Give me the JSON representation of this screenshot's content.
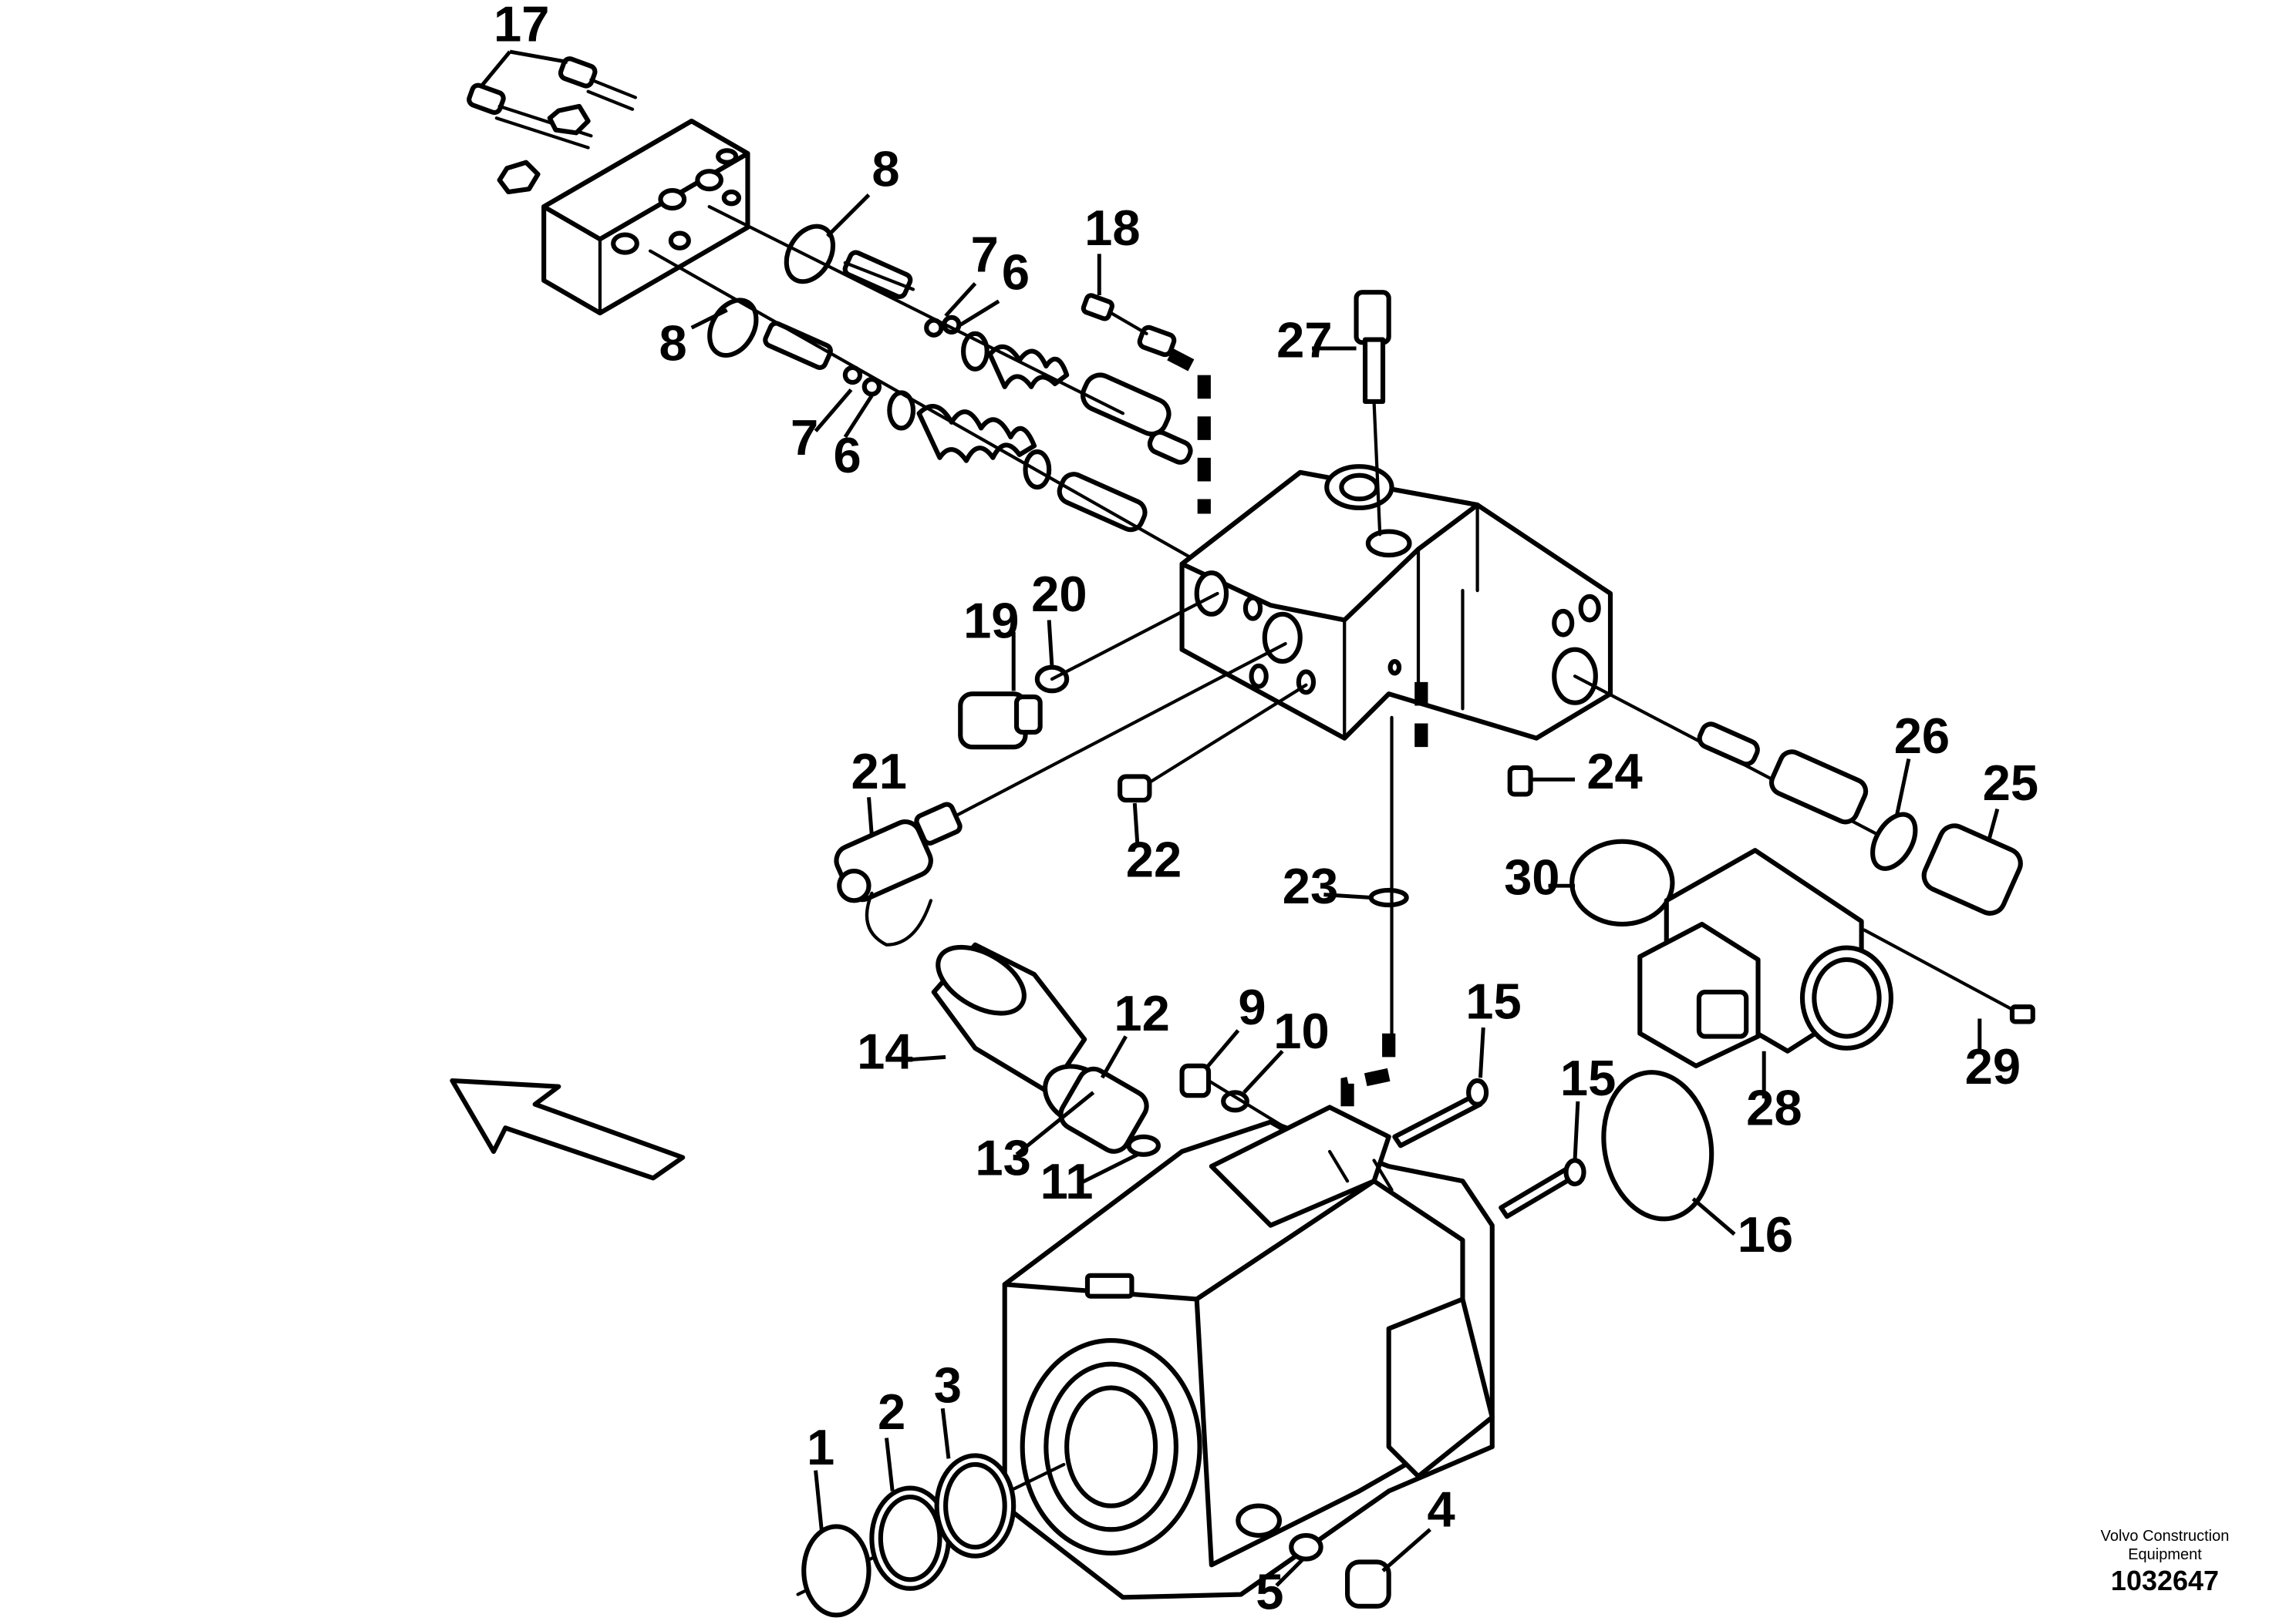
{
  "callouts": [
    {
      "id": "17",
      "label": "17"
    },
    {
      "id": "8a",
      "label": "8"
    },
    {
      "id": "8b",
      "label": "8"
    },
    {
      "id": "7a",
      "label": "7"
    },
    {
      "id": "6a",
      "label": "6"
    },
    {
      "id": "7b",
      "label": "7"
    },
    {
      "id": "6b",
      "label": "6"
    },
    {
      "id": "18",
      "label": "18"
    },
    {
      "id": "27",
      "label": "27"
    },
    {
      "id": "19",
      "label": "19"
    },
    {
      "id": "20",
      "label": "20"
    },
    {
      "id": "21",
      "label": "21"
    },
    {
      "id": "22",
      "label": "22"
    },
    {
      "id": "23",
      "label": "23"
    },
    {
      "id": "24",
      "label": "24"
    },
    {
      "id": "26",
      "label": "26"
    },
    {
      "id": "25",
      "label": "25"
    },
    {
      "id": "30",
      "label": "30"
    },
    {
      "id": "28",
      "label": "28"
    },
    {
      "id": "29",
      "label": "29"
    },
    {
      "id": "14",
      "label": "14"
    },
    {
      "id": "12",
      "label": "12"
    },
    {
      "id": "9",
      "label": "9"
    },
    {
      "id": "10",
      "label": "10"
    },
    {
      "id": "15a",
      "label": "15"
    },
    {
      "id": "15b",
      "label": "15"
    },
    {
      "id": "13",
      "label": "13"
    },
    {
      "id": "11",
      "label": "11"
    },
    {
      "id": "16",
      "label": "16"
    },
    {
      "id": "1",
      "label": "1"
    },
    {
      "id": "2",
      "label": "2"
    },
    {
      "id": "3",
      "label": "3"
    },
    {
      "id": "4",
      "label": "4"
    },
    {
      "id": "5",
      "label": "5"
    }
  ],
  "credit": {
    "line1": "Volvo Construction",
    "line2": "Equipment",
    "drawing_number": "1032647"
  }
}
